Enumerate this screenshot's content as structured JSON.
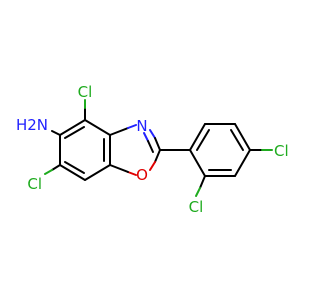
{
  "molecule": {
    "atoms": {
      "cl_4": "Cl",
      "nh2": "H2N",
      "cl_6": "Cl",
      "n_ring": "N",
      "o_ring": "O",
      "cl_2p": "Cl",
      "cl_4p": "Cl"
    },
    "colors": {
      "bond": "#000000",
      "chlorine": "#1fab1f",
      "nitrogen": "#2222ff",
      "oxygen": "#e00000"
    }
  }
}
